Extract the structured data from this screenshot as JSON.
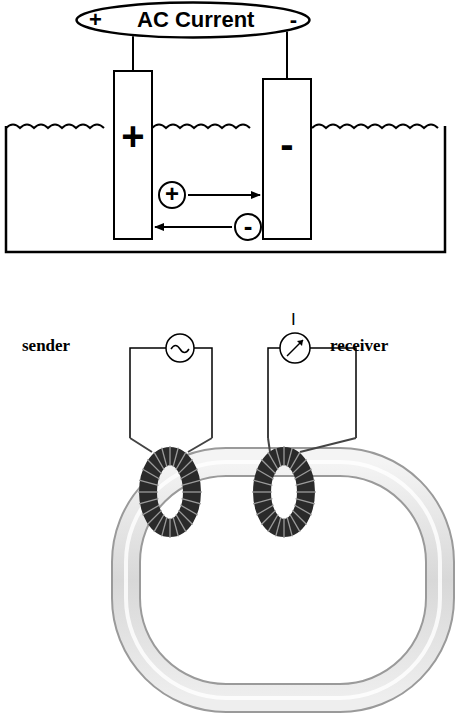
{
  "diagram": {
    "nodes": [
      {
        "text": [
          "+",
          "AC Current",
          "-"
        ]
      },
      {
        "text": [
          "+"
        ]
      },
      {
        "text": [
          "-"
        ]
      },
      {
        "text": [
          "+"
        ]
      },
      {
        "text": [
          "-"
        ]
      }
    ],
    "edges": [
      {
        "from": 0,
        "to": 1,
        "arrow": "none"
      },
      {
        "from": 0,
        "to": 2,
        "arrow": "none"
      },
      {
        "from": 3,
        "to": 2,
        "arrow": "to"
      },
      {
        "from": 4,
        "to": 1,
        "arrow": "to"
      }
    ],
    "labels": [
      "sender",
      "receiver",
      "I"
    ]
  }
}
